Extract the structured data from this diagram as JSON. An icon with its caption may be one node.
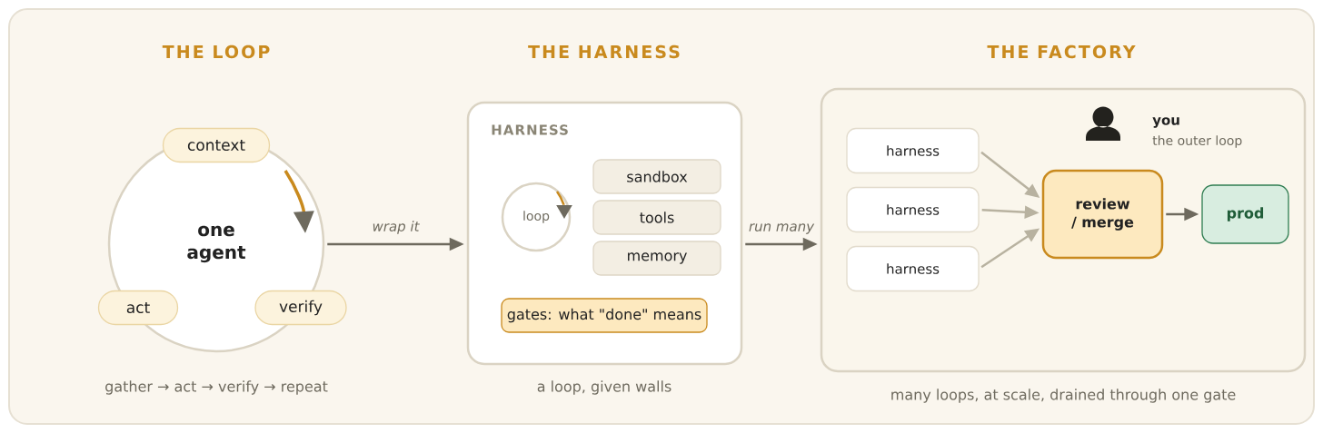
{
  "diagram": {
    "nodes": [
      {
        "text": [
          "one agent"
        ],
        "beside": [
          "gather → act → verify → repeat"
        ]
      },
      {
        "text": [
          "context"
        ]
      },
      {
        "text": [
          "act"
        ]
      },
      {
        "text": [
          "verify"
        ]
      },
      {
        "text": [
          "HARNESS"
        ],
        "beside": [
          "a loop, given walls"
        ]
      },
      {
        "text": [
          "loop"
        ],
        "in": 4
      },
      {
        "text": [
          "sandbox"
        ],
        "in": 4
      },
      {
        "text": [
          "tools"
        ],
        "in": 4
      },
      {
        "text": [
          "memory"
        ],
        "in": 4
      },
      {
        "text": [
          "gates: what \"done\" means"
        ],
        "in": 4
      },
      {
        "text": [],
        "shape": "box",
        "beside": [
          "many loops, at scale, drained through one gate"
        ]
      },
      {
        "text": [
          "harness"
        ],
        "in": 10
      },
      {
        "text": [
          "harness"
        ],
        "in": 10
      },
      {
        "text": [
          "harness"
        ],
        "in": 10
      },
      {
        "text": [
          "review / merge"
        ],
        "in": 10
      },
      {
        "text": [
          "prod"
        ],
        "in": 10
      }
    ],
    "edges": [
      {
        "from": 0,
        "to": 4,
        "arrow": "to",
        "label": "wrap it"
      },
      {
        "from": 4,
        "to": 10,
        "arrow": "to",
        "label": "run many"
      },
      {
        "from": 11,
        "to": 14,
        "arrow": "to",
        "color": "#b8b2a0"
      },
      {
        "from": 12,
        "to": 14,
        "arrow": "to",
        "color": "#b8b2a0"
      },
      {
        "from": 13,
        "to": 14,
        "arrow": "to",
        "color": "#b8b2a0"
      },
      {
        "from": 14,
        "to": 15,
        "arrow": "to"
      }
    ],
    "labels": [
      "THE LOOP",
      "THE HARNESS",
      "THE FACTORY",
      "you",
      "the outer loop"
    ]
  }
}
